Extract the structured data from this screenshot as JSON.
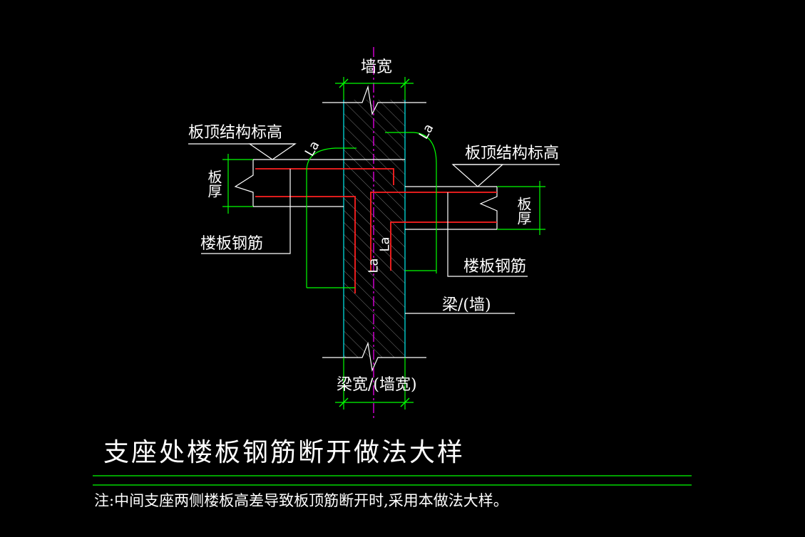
{
  "diagram": {
    "title": "支座处楼板钢筋断开做法大样",
    "note": "注:中间支座两侧楼板高差导致板顶筋断开时,采用本做法大样。",
    "labels": {
      "wall_width": "墙宽",
      "slab_top_left": "板顶结构标高",
      "slab_top_right": "板顶结构标高",
      "slab_thickness_left": "板厚",
      "slab_thickness_right": "板厚",
      "slab_rebar_left": "楼板钢筋",
      "slab_rebar_right": "楼板钢筋",
      "beam_wall": "梁/(墙)",
      "beam_width": "梁宽/(墙宽)",
      "la_1": "La",
      "la_2": "La",
      "la_3": "La",
      "la_4": "La"
    },
    "colors": {
      "background": "#000000",
      "outline": "#ffffff",
      "dimension": "#00ff00",
      "rebar": "#ff2020",
      "wall_edge": "#00cccc",
      "centerline": "#ff00ff"
    }
  }
}
